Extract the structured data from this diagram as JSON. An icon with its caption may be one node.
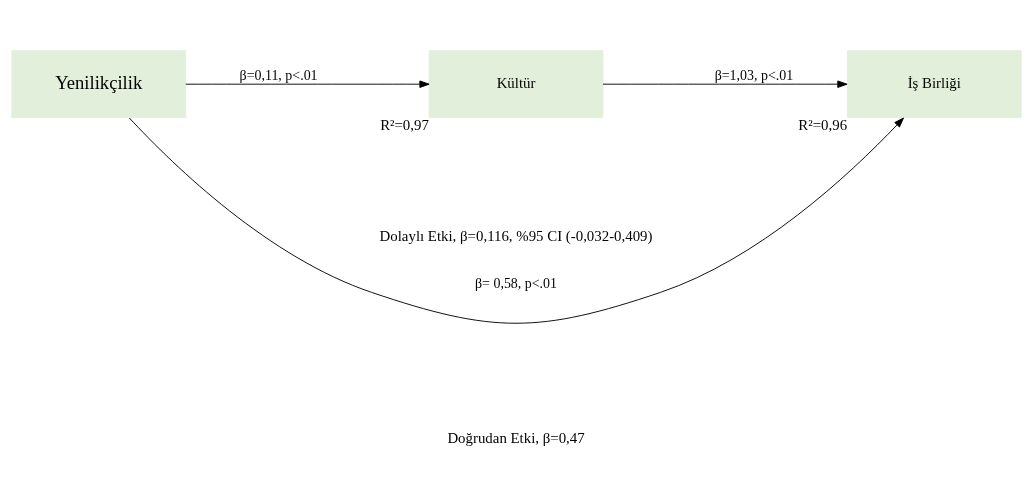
{
  "diagram": {
    "nodes": [
      {
        "text": [
          "Kültür"
        ],
        "beside": [
          "R²=0,97"
        ]
      },
      {
        "text": [
          "Yenilikçilik"
        ]
      },
      {
        "text": [
          "İş Birliği"
        ],
        "beside": [
          "R²=0,96"
        ]
      }
    ],
    "edges": [
      {
        "from": 1,
        "to": 0,
        "arrow": "to",
        "label": "β=0,11, p<.01"
      },
      {
        "from": 0,
        "to": 2,
        "arrow": "to",
        "label": "β=1,03, p<.01"
      },
      {
        "from": 1,
        "to": 2,
        "arrow": "to",
        "label": "β= 0,58, p<.01"
      }
    ],
    "labels": [
      "Doğrudan Etki, β=0,47",
      "Dolaylı Etki, β=0,116, %95 CI (-0,032-0,409)"
    ]
  }
}
